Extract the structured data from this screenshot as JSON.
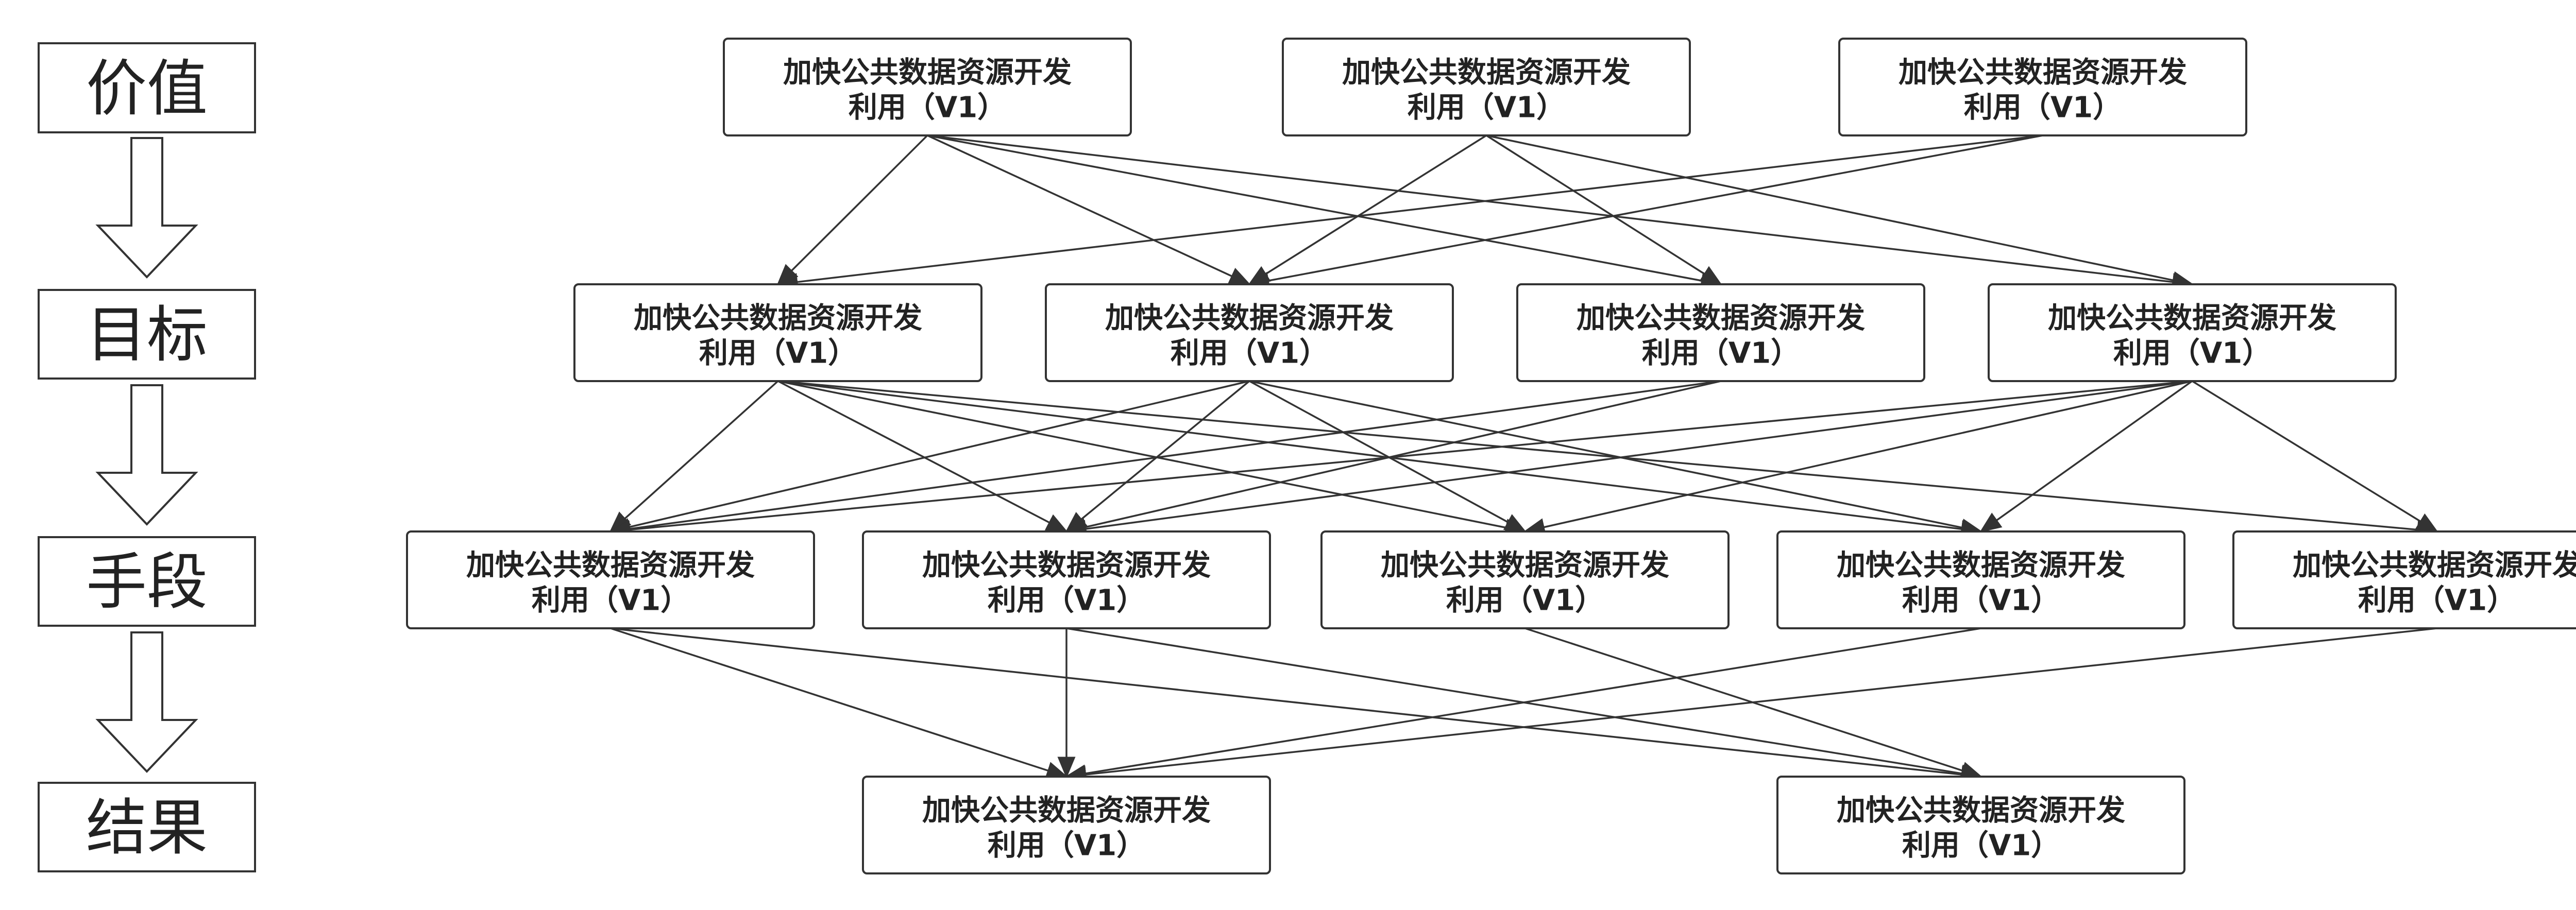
{
  "levels": [
    {
      "id": "value",
      "label": "价值"
    },
    {
      "id": "goal",
      "label": "目标"
    },
    {
      "id": "means",
      "label": "手段"
    },
    {
      "id": "result",
      "label": "结果"
    }
  ],
  "nodes": [
    {
      "id": "v1",
      "level": "value",
      "line1": "加快公共数据资源开发",
      "line2": "利用（V1）"
    },
    {
      "id": "v2",
      "level": "value",
      "line1": "加快公共数据资源开发",
      "line2": "利用（V1）"
    },
    {
      "id": "v3",
      "level": "value",
      "line1": "加快公共数据资源开发",
      "line2": "利用（V1）"
    },
    {
      "id": "g1",
      "level": "goal",
      "line1": "加快公共数据资源开发",
      "line2": "利用（V1）"
    },
    {
      "id": "g2",
      "level": "goal",
      "line1": "加快公共数据资源开发",
      "line2": "利用（V1）"
    },
    {
      "id": "g3",
      "level": "goal",
      "line1": "加快公共数据资源开发",
      "line2": "利用（V1）"
    },
    {
      "id": "g4",
      "level": "goal",
      "line1": "加快公共数据资源开发",
      "line2": "利用（V1）"
    },
    {
      "id": "m1",
      "level": "means",
      "line1": "加快公共数据资源开发",
      "line2": "利用（V1）"
    },
    {
      "id": "m2",
      "level": "means",
      "line1": "加快公共数据资源开发",
      "line2": "利用（V1）"
    },
    {
      "id": "m3",
      "level": "means",
      "line1": "加快公共数据资源开发",
      "line2": "利用（V1）"
    },
    {
      "id": "m4",
      "level": "means",
      "line1": "加快公共数据资源开发",
      "line2": "利用（V1）"
    },
    {
      "id": "m5",
      "level": "means",
      "line1": "加快公共数据资源开发",
      "line2": "利用（V1）"
    },
    {
      "id": "r1",
      "level": "result",
      "line1": "加快公共数据资源开发",
      "line2": "利用（V1）"
    },
    {
      "id": "r2",
      "level": "result",
      "line1": "加快公共数据资源开发",
      "line2": "利用（V1）"
    }
  ],
  "edges": [
    [
      "v1",
      "g1"
    ],
    [
      "v1",
      "g2"
    ],
    [
      "v1",
      "g3"
    ],
    [
      "v1",
      "g4"
    ],
    [
      "v2",
      "g2"
    ],
    [
      "v2",
      "g3"
    ],
    [
      "v2",
      "g4"
    ],
    [
      "v3",
      "g1"
    ],
    [
      "v3",
      "g2"
    ],
    [
      "g1",
      "m1"
    ],
    [
      "g1",
      "m2"
    ],
    [
      "g1",
      "m3"
    ],
    [
      "g1",
      "m4"
    ],
    [
      "g1",
      "m5"
    ],
    [
      "g2",
      "m1"
    ],
    [
      "g2",
      "m2"
    ],
    [
      "g2",
      "m3"
    ],
    [
      "g2",
      "m4"
    ],
    [
      "g3",
      "m1"
    ],
    [
      "g3",
      "m2"
    ],
    [
      "g4",
      "m1"
    ],
    [
      "g4",
      "m2"
    ],
    [
      "g4",
      "m3"
    ],
    [
      "g4",
      "m4"
    ],
    [
      "g4",
      "m5"
    ],
    [
      "m1",
      "r1"
    ],
    [
      "m1",
      "r2"
    ],
    [
      "m2",
      "r1"
    ],
    [
      "m2",
      "r2"
    ],
    [
      "m3",
      "r2"
    ],
    [
      "m4",
      "r1"
    ],
    [
      "m5",
      "r1"
    ]
  ],
  "colors": {
    "stroke": "#333333",
    "text": "#222222",
    "background": "#ffffff"
  }
}
